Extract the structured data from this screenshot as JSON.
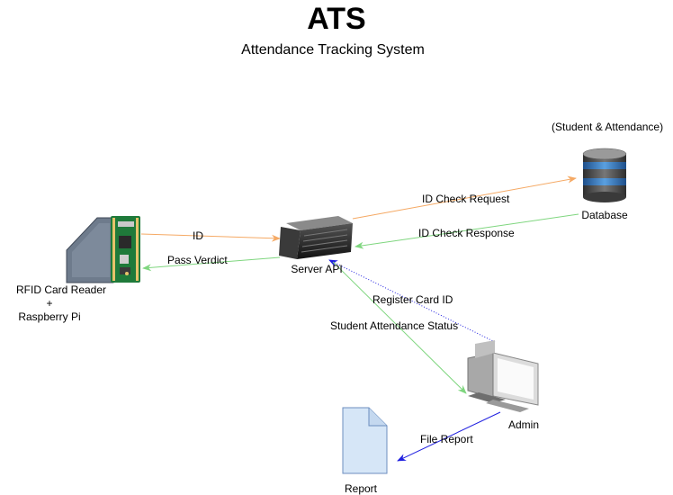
{
  "header": {
    "title": "ATS",
    "subtitle": "Attendance Tracking System"
  },
  "nodes": {
    "rfid": {
      "label_line1": "RFID Card Reader",
      "label_line2": "+",
      "label_line3": "Raspberry Pi"
    },
    "server": {
      "label": "Server API"
    },
    "database": {
      "label": "Database",
      "note": "(Student & Attendance)"
    },
    "admin": {
      "label": "Admin"
    },
    "report": {
      "label": "Report"
    }
  },
  "edges": {
    "id": {
      "label": "ID",
      "color": "#f5a964"
    },
    "pass_verdict": {
      "label": "Pass Verdict",
      "color": "#7fd67f"
    },
    "id_check_request": {
      "label": "ID Check Request",
      "color": "#f5a964"
    },
    "id_check_response": {
      "label": "ID Check Response",
      "color": "#7fd67f"
    },
    "register_card_id": {
      "label": "Register Card ID",
      "color": "#2020e0"
    },
    "student_attendance_status": {
      "label": "Student Attendance Status",
      "color": "#7fd67f"
    },
    "file_report": {
      "label": "File Report",
      "color": "#2020e0"
    }
  }
}
